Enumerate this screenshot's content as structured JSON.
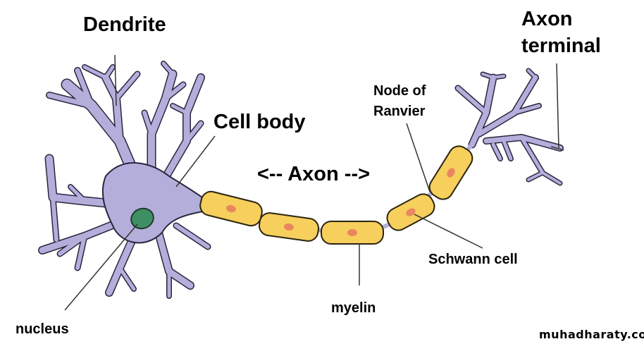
{
  "labels": {
    "dendrite": "Dendrite",
    "cell_body": "Cell body",
    "axon": "<-- Axon -->",
    "node_line1": "Node of",
    "node_line2": "Ranvier",
    "axon_terminal_line1": "Axon",
    "axon_terminal_line2": "terminal",
    "schwann_cell": "Schwann cell",
    "myelin": "myelin",
    "nucleus": "nucleus"
  },
  "watermark": "muhadharaty.com",
  "colors": {
    "neuron": "#b4aedb",
    "outline": "#2a2640",
    "myelin": "#f6cf5c",
    "schwann_nucleus": "#e8875e",
    "nucleus": "#3f8f64"
  }
}
